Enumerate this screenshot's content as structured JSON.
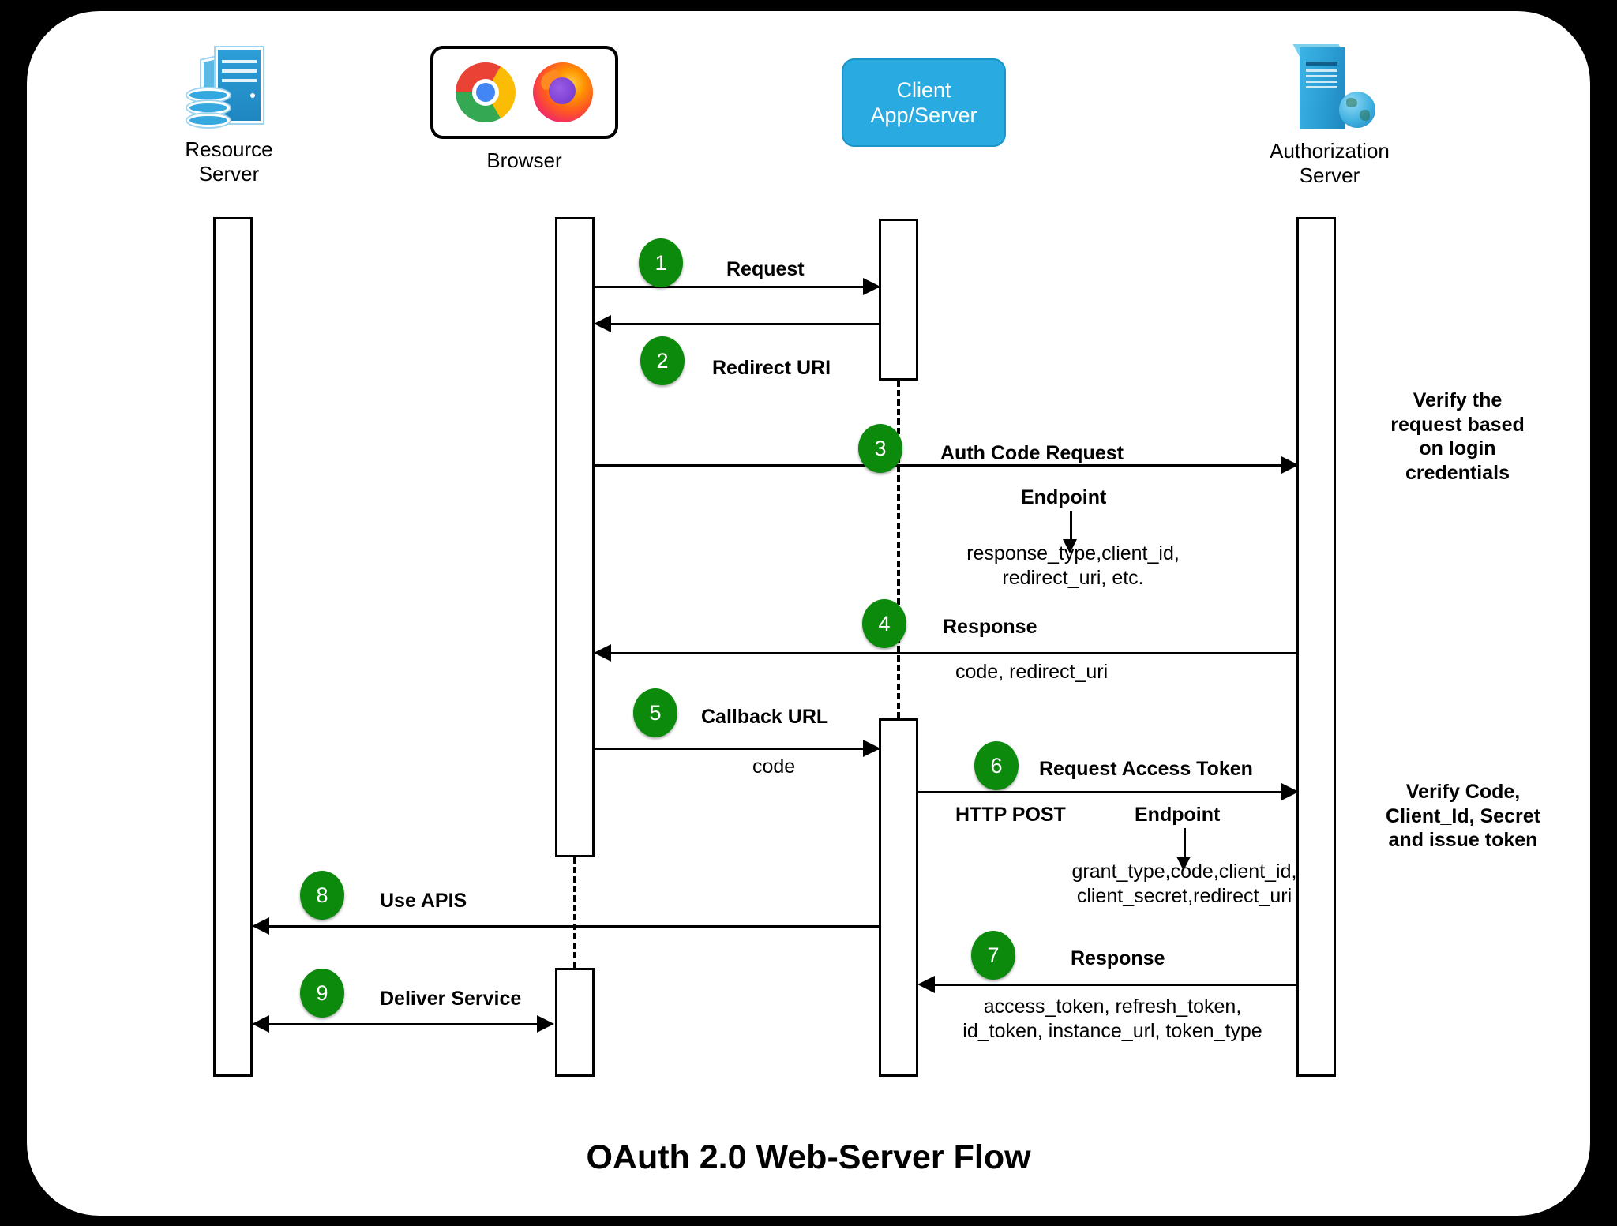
{
  "diagram": {
    "title": "OAuth 2.0 Web-Server Flow",
    "accent_green": "#0b8a0b",
    "accent_blue": "#29abe2"
  },
  "actors": {
    "resource_server": {
      "label": "Resource\nServer",
      "icon": "server-database-icon"
    },
    "browser": {
      "label": "Browser",
      "icons": [
        "chrome-icon",
        "firefox-icon"
      ]
    },
    "client_app": {
      "label": "Client\nApp/Server"
    },
    "authorization_server": {
      "label": "Authorization\nServer",
      "icon": "server-globe-icon"
    }
  },
  "steps": [
    {
      "num": "1",
      "label": "Request",
      "sub": ""
    },
    {
      "num": "2",
      "label": "Redirect URI",
      "sub": ""
    },
    {
      "num": "3",
      "label": "Auth Code Request",
      "sub": "Endpoint",
      "params": "response_type,client_id,\nredirect_uri, etc."
    },
    {
      "num": "4",
      "label": "Response",
      "sub": "code, redirect_uri"
    },
    {
      "num": "5",
      "label": "Callback URL",
      "sub": "code"
    },
    {
      "num": "6",
      "label": "Request Access Token",
      "method": "HTTP POST",
      "sub": "Endpoint",
      "params": "grant_type,code,client_id,\nclient_secret,redirect_uri"
    },
    {
      "num": "7",
      "label": "Response",
      "params": "access_token, refresh_token,\nid_token, instance_url, token_type"
    },
    {
      "num": "8",
      "label": "Use APIS",
      "sub": ""
    },
    {
      "num": "9",
      "label": "Deliver Service",
      "sub": ""
    }
  ],
  "notes": {
    "verify_request": "Verify the\nrequest based\non login\ncredentials",
    "verify_code": "Verify Code,\nClient_Id, Secret\nand issue token"
  }
}
